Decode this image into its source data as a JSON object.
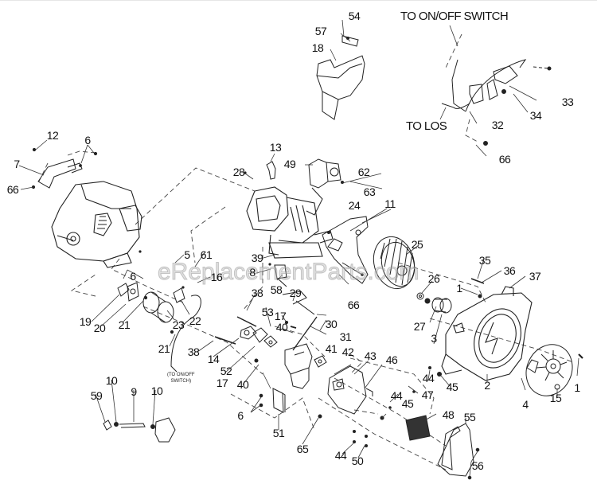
{
  "diagram": {
    "type": "exploded-parts-diagram",
    "subject": "Generator engine assembly",
    "watermark": "eReplacementParts.com",
    "notes": {
      "to_on_off_switch": "TO ON/OFF SWITCH",
      "to_los": "TO LOS",
      "small_to_switch_line1": "(TO ON/OFF",
      "small_to_switch_line2": "SWITCH)"
    },
    "callouts": [
      {
        "id": "c54",
        "label": "54"
      },
      {
        "id": "c57",
        "label": "57"
      },
      {
        "id": "c18",
        "label": "18"
      },
      {
        "id": "c33",
        "label": "33"
      },
      {
        "id": "c34",
        "label": "34"
      },
      {
        "id": "c32",
        "label": "32"
      },
      {
        "id": "c66a",
        "label": "66"
      },
      {
        "id": "c12",
        "label": "12"
      },
      {
        "id": "c6a",
        "label": "6"
      },
      {
        "id": "c7",
        "label": "7"
      },
      {
        "id": "c66b",
        "label": "66"
      },
      {
        "id": "c13",
        "label": "13"
      },
      {
        "id": "c49",
        "label": "49"
      },
      {
        "id": "c28",
        "label": "28"
      },
      {
        "id": "c62",
        "label": "62"
      },
      {
        "id": "c63",
        "label": "63"
      },
      {
        "id": "c24",
        "label": "24"
      },
      {
        "id": "c11",
        "label": "11"
      },
      {
        "id": "c25",
        "label": "25"
      },
      {
        "id": "c5",
        "label": "5"
      },
      {
        "id": "c61",
        "label": "61"
      },
      {
        "id": "c16",
        "label": "16"
      },
      {
        "id": "c39",
        "label": "39"
      },
      {
        "id": "c8",
        "label": "8"
      },
      {
        "id": "c58",
        "label": "58"
      },
      {
        "id": "c66c",
        "label": "66"
      },
      {
        "id": "c26",
        "label": "26"
      },
      {
        "id": "c35",
        "label": "35"
      },
      {
        "id": "c36",
        "label": "36"
      },
      {
        "id": "c37",
        "label": "37"
      },
      {
        "id": "c1a",
        "label": "1"
      },
      {
        "id": "c27",
        "label": "27"
      },
      {
        "id": "c3",
        "label": "3"
      },
      {
        "id": "c6b",
        "label": "6"
      },
      {
        "id": "c19",
        "label": "19"
      },
      {
        "id": "c20",
        "label": "20"
      },
      {
        "id": "c21a",
        "label": "21"
      },
      {
        "id": "c22",
        "label": "22"
      },
      {
        "id": "c23",
        "label": "23"
      },
      {
        "id": "c21b",
        "label": "21"
      },
      {
        "id": "c38a",
        "label": "38"
      },
      {
        "id": "c29",
        "label": "29"
      },
      {
        "id": "c53",
        "label": "53"
      },
      {
        "id": "c17a",
        "label": "17"
      },
      {
        "id": "c40a",
        "label": "40"
      },
      {
        "id": "c30",
        "label": "30"
      },
      {
        "id": "c31",
        "label": "31"
      },
      {
        "id": "c38b",
        "label": "38"
      },
      {
        "id": "c14",
        "label": "14"
      },
      {
        "id": "c52",
        "label": "52"
      },
      {
        "id": "c17b",
        "label": "17"
      },
      {
        "id": "c40b",
        "label": "40"
      },
      {
        "id": "c41",
        "label": "41"
      },
      {
        "id": "c42",
        "label": "42"
      },
      {
        "id": "c43",
        "label": "43"
      },
      {
        "id": "c46",
        "label": "46"
      },
      {
        "id": "c44a",
        "label": "44"
      },
      {
        "id": "c45a",
        "label": "45"
      },
      {
        "id": "c2",
        "label": "2"
      },
      {
        "id": "c4",
        "label": "4"
      },
      {
        "id": "c15",
        "label": "15"
      },
      {
        "id": "c1b",
        "label": "1"
      },
      {
        "id": "c47",
        "label": "47"
      },
      {
        "id": "c44b",
        "label": "44"
      },
      {
        "id": "c45b",
        "label": "45"
      },
      {
        "id": "c48",
        "label": "48"
      },
      {
        "id": "c55",
        "label": "55"
      },
      {
        "id": "c56",
        "label": "56"
      },
      {
        "id": "c10a",
        "label": "10"
      },
      {
        "id": "c59",
        "label": "59"
      },
      {
        "id": "c9",
        "label": "9"
      },
      {
        "id": "c10b",
        "label": "10"
      },
      {
        "id": "c6c",
        "label": "6"
      },
      {
        "id": "c51",
        "label": "51"
      },
      {
        "id": "c65",
        "label": "65"
      },
      {
        "id": "c44c",
        "label": "44"
      },
      {
        "id": "c50",
        "label": "50"
      }
    ]
  }
}
